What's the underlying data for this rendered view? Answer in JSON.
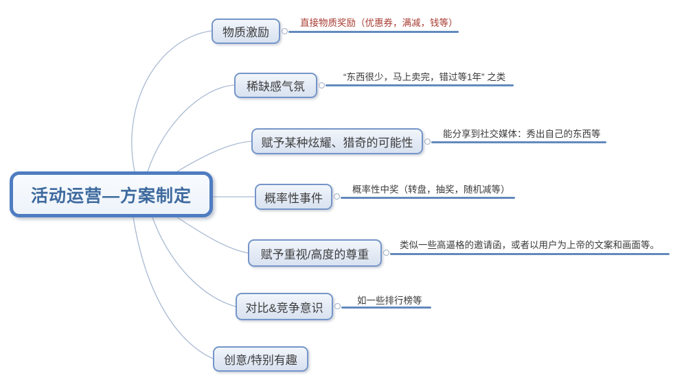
{
  "root": {
    "label": "活动运营—方案制定"
  },
  "branches": [
    {
      "label": "物质激励",
      "note": "直接物质奖励（优惠券，满减，钱等）"
    },
    {
      "label": "稀缺感气氛",
      "note": "“东西很少，马上卖完，错过等1年” 之类"
    },
    {
      "label": "赋予某种炫耀、猎奇的可能性",
      "note": "能分享到社交媒体：秀出自己的东西等"
    },
    {
      "label": "概率性事件",
      "note": "概率性中奖（转盘，抽奖，随机减等）"
    },
    {
      "label": "赋予重视/高度的尊重",
      "note": "类似一些高逼格的邀请函，或者以用户为上帝的文案和画面等。"
    },
    {
      "label": "对比&竞争意识",
      "note": "如一些排行榜等"
    },
    {
      "label": "创意/特别有趣",
      "note": ""
    }
  ],
  "colors": {
    "root_border": "#4e7cc0",
    "root_text": "#3e6a9e",
    "branch_border": "#7495c9",
    "branch_text": "#3d3d3d",
    "leaf_line": "#6289bc",
    "note_text": "#3a3a3a",
    "note_highlight": "#a83c32",
    "curve": "#a9b9d2"
  }
}
